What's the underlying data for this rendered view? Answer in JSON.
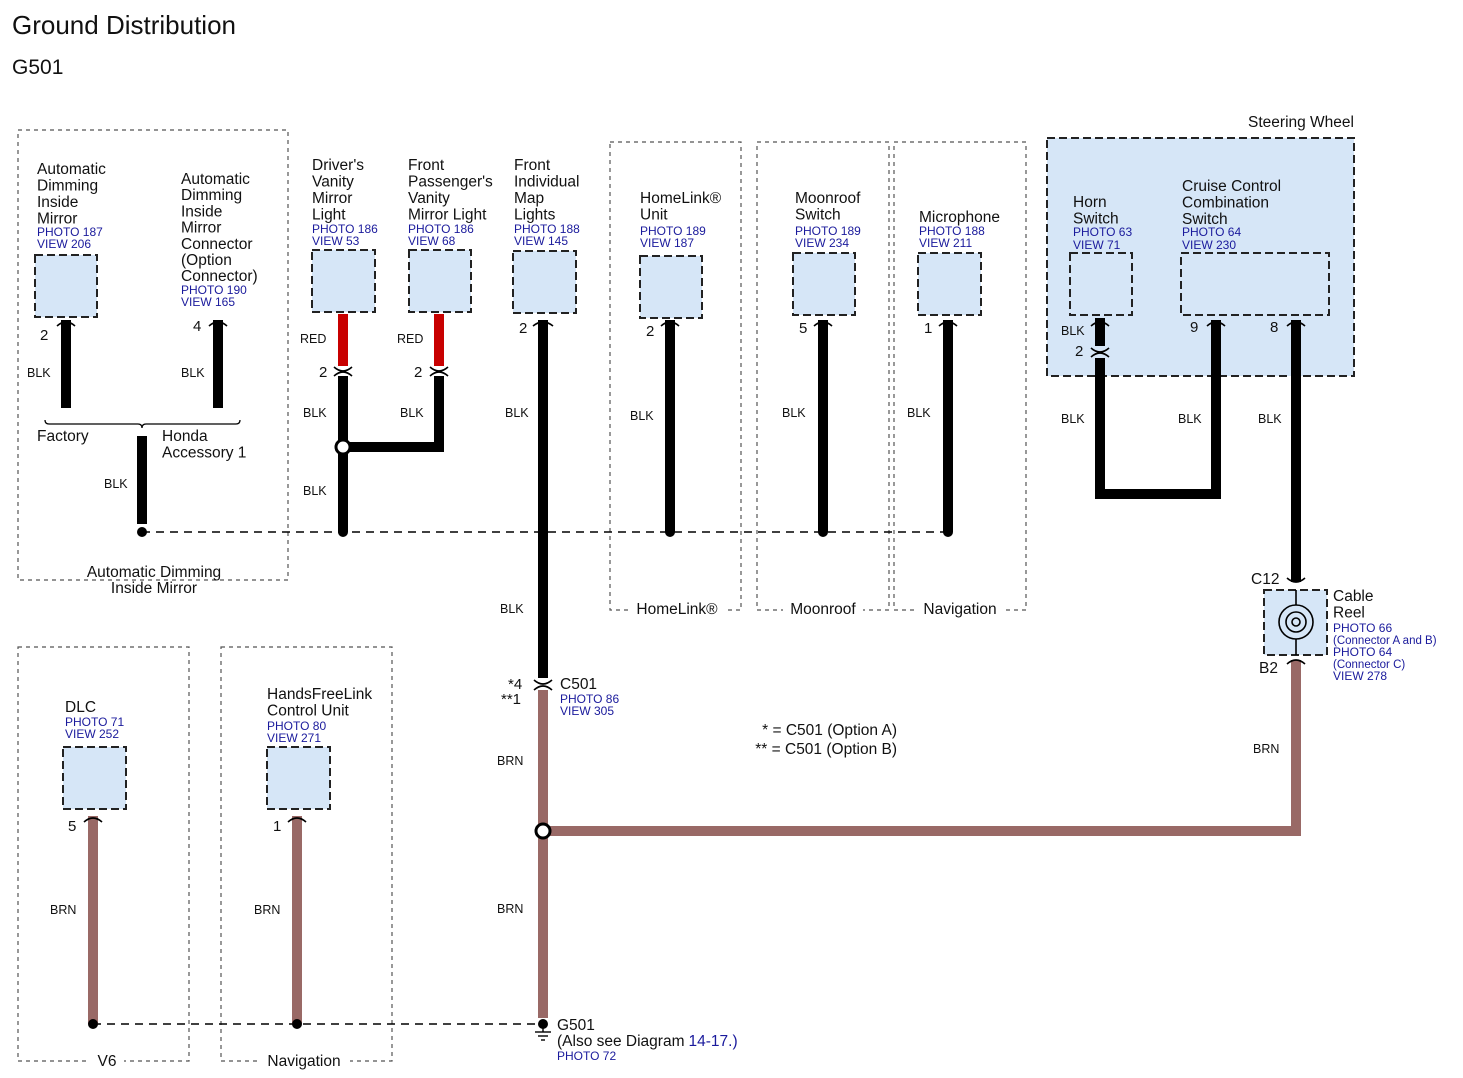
{
  "title": "Ground Distribution",
  "subtitle": "G501",
  "groups": {
    "auto_dim": "Automatic Dimming\nInside Mirror",
    "homelink": "HomeLink®",
    "moonroof": "Moonroof",
    "navigation": "Navigation",
    "steering_wheel": "Steering Wheel",
    "v6": "V6",
    "navigation_bottom": "Navigation"
  },
  "components": {
    "auto_mirror": {
      "name": "Automatic\nDimming\nInside\nMirror",
      "photo": "PHOTO 187",
      "view": "VIEW 206",
      "pin": "2",
      "wire": "BLK"
    },
    "auto_mirror_conn": {
      "name": "Automatic\nDimming\nInside\nMirror\nConnector\n(Option\nConnector)",
      "photo": "PHOTO 190",
      "view": "VIEW 165",
      "pin": "4",
      "wire": "BLK"
    },
    "factory": "Factory",
    "honda_acc": "Honda\nAccessory 1",
    "mirror_gnd_wire": "BLK",
    "driver_vanity": {
      "name": "Driver's\nVanity\nMirror\nLight",
      "photo": "PHOTO 186",
      "view": "VIEW 53",
      "wire1": "RED",
      "pin": "2",
      "wire2": "BLK",
      "wire3": "BLK"
    },
    "pass_vanity": {
      "name": "Front\nPassenger's\nVanity\nMirror Light",
      "photo": "PHOTO 186",
      "view": "VIEW 68",
      "wire1": "RED",
      "pin": "2",
      "wire2": "BLK"
    },
    "map_lights": {
      "name": "Front\nIndividual\nMap\nLights",
      "photo": "PHOTO 188",
      "view": "VIEW 145",
      "pin": "2",
      "wire": "BLK",
      "wire2": "BLK"
    },
    "homelink_unit": {
      "name": "HomeLink®\nUnit",
      "photo": "PHOTO 189",
      "view": "VIEW 187",
      "pin": "2",
      "wire": "BLK"
    },
    "moonroof_switch": {
      "name": "Moonroof\nSwitch",
      "photo": "PHOTO 189",
      "view": "VIEW 234",
      "pin": "5",
      "wire": "BLK"
    },
    "microphone": {
      "name": "Microphone",
      "photo": "PHOTO 188",
      "view": "VIEW 211",
      "pin": "1",
      "wire": "BLK"
    },
    "horn_switch": {
      "name": "Horn\nSwitch",
      "photo": "PHOTO 63",
      "view": "VIEW 71",
      "wire_in": "BLK",
      "pin": "2",
      "wire": "BLK"
    },
    "cruise_switch": {
      "name": "Cruise Control\nCombination\nSwitch",
      "photo": "PHOTO 64",
      "view": "VIEW 230",
      "pin_a": "9",
      "pin_b": "8",
      "wire_a": "BLK",
      "wire_b": "BLK"
    },
    "cable_reel": {
      "name": "Cable\nReel",
      "photo1": "PHOTO 66",
      "note1": "(Connector A and B)",
      "photo2": "PHOTO 64",
      "note2": "(Connector C)",
      "view": "VIEW 278",
      "c_top": "C12",
      "c_bot": "B2",
      "wire": "BRN"
    },
    "c501": {
      "name": "C501",
      "photo": "PHOTO 86",
      "view": "VIEW 305",
      "pin_a": "*4",
      "pin_b": "**1",
      "wire_below": "BRN",
      "wire_low": "BRN"
    },
    "dlc": {
      "name": "DLC",
      "photo": "PHOTO 71",
      "view": "VIEW 252",
      "pin": "5",
      "wire": "BRN"
    },
    "hfl": {
      "name": "HandsFreeLink\nControl Unit",
      "photo": "PHOTO 80",
      "view": "VIEW 271",
      "pin": "1",
      "wire": "BRN"
    },
    "g501": {
      "name": "G501",
      "see": "(Also see Diagram",
      "diag": "14-17.)",
      "photo": "PHOTO 72"
    }
  },
  "notes": [
    "* = C501 (Option A)",
    "** = C501 (Option B)"
  ],
  "colors": {
    "blk": "#000000",
    "red": "#c80000",
    "brn": "#996966",
    "component_fill": "#d6e6f7",
    "reference_text": "#1a1a9c"
  }
}
